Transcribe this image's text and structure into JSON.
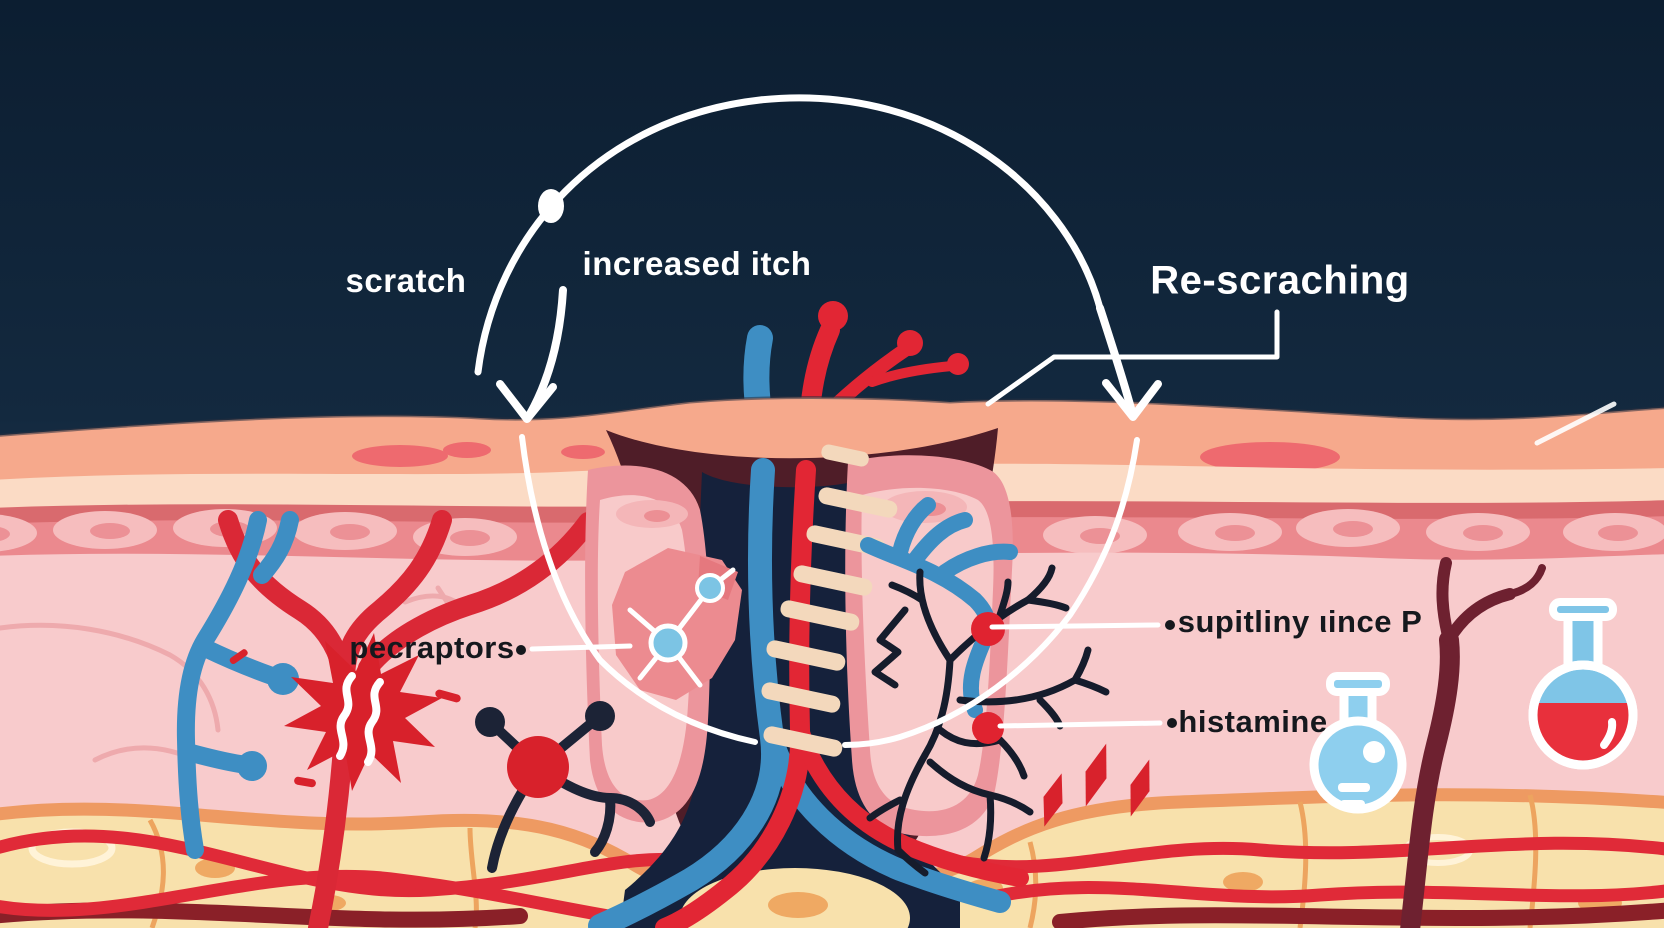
{
  "meta": {
    "title": "Itch-scratch cycle skin cross-section illustration"
  },
  "cycle": {
    "steps": [
      {
        "id": "scratch",
        "label": "scratch"
      },
      {
        "id": "increased-itch",
        "label": "increased itch"
      },
      {
        "id": "re-scratching",
        "label": "Re-scraching"
      }
    ]
  },
  "annotations": {
    "receptors": {
      "text": "pecraptors"
    },
    "substance_p": {
      "text": "supitliny ιince P"
    },
    "histamine": {
      "text": "histamine"
    }
  },
  "icons": {
    "cycle_node": "white-dot-icon",
    "cycle_arrows": "arrow-down-icon",
    "itch_flare": "starburst-icon",
    "receptor_nodes": "receptor-nodes-icon",
    "molecule": "molecule-icon",
    "nerve": "nerve-branches-icon",
    "irritation": "lightning-bolts-icon",
    "histamine_flask": "blue-flask-icon",
    "chemical_flask": "red-flask-icon",
    "sutures": "stitches-icon"
  },
  "colors": {
    "background_top": "#0c1e31",
    "background_bottom": "#38617d",
    "epidermis": "#f6a98c",
    "epidermis_inner": "#fbdbc5",
    "basal_band": "#eb898e",
    "dermis": "#f8cbcc",
    "fat": "#f8e1ac",
    "fat_border": "#ee9a62",
    "artery_red": "#e22634",
    "vein_blue": "#3e8ec3",
    "wound_dark": "#4f1d28",
    "wound_channel": "#15213b",
    "nerve_black": "#161c2c",
    "suture_cream": "#f3d8bc",
    "flare_red": "#d8212b",
    "node_blue": "#7cc4e4",
    "deep_vessel": "#6e2130",
    "cycle_white": "#ffffff",
    "label_dark": "#15181d"
  }
}
